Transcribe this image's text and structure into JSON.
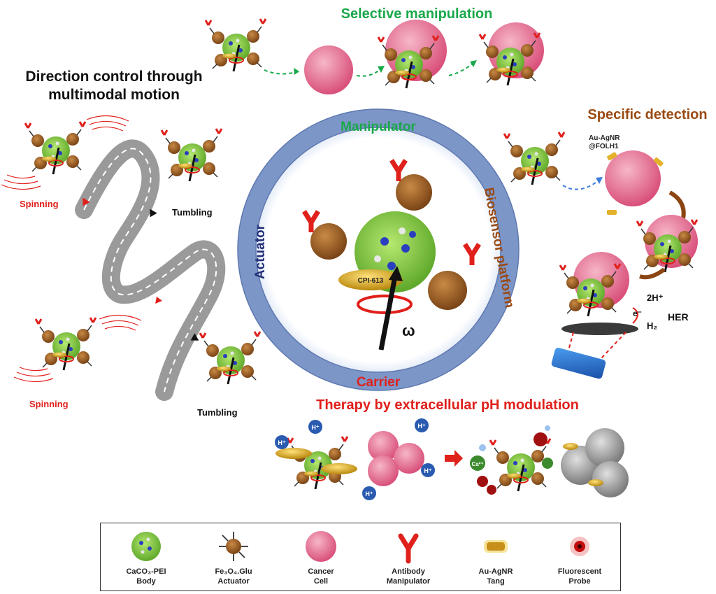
{
  "titles": {
    "selective": "Selective manipulation",
    "direction_line1": "Direction control through",
    "direction_line2": "multimodal motion",
    "specific": "Specific detection",
    "therapy": "Therapy by extracellular pH modulation"
  },
  "ring": {
    "top": "Manipulator",
    "left": "Actuator",
    "right": "Biosensor platform",
    "bottom": "Carrier",
    "center_label": "CPI-613",
    "omega": "ω"
  },
  "motion": {
    "spinning_top": "Spinning",
    "tumbling_top": "Tumbling",
    "spinning_bottom": "Spinning",
    "tumbling_bottom": "Tumbling"
  },
  "detection": {
    "probe_line1": "Au-AgNR",
    "probe_line2": "@FOLH1",
    "two_h": "2H⁺",
    "electron": "e⁻",
    "her": "HER",
    "h2": "H₂"
  },
  "therapy_labels": {
    "h_plus": "H⁺",
    "ca": "Ca²⁺"
  },
  "legend": [
    {
      "line1": "CaCO₃-PEI",
      "line2": "Body",
      "icon": "green-body-icon"
    },
    {
      "line1": "Fe₃O₄.Glu",
      "line2": "Actuator",
      "icon": "actuator-icon"
    },
    {
      "line1": "Cancer",
      "line2": "Cell",
      "icon": "cancer-cell-icon"
    },
    {
      "line1": "Antibody",
      "line2": "Manipulator",
      "icon": "antibody-icon"
    },
    {
      "line1": "Au-AgNR",
      "line2": "Tang",
      "icon": "nanorod-icon"
    },
    {
      "line1": "Fluorescent",
      "line2": "Probe",
      "icon": "fluorescent-probe-icon"
    }
  ],
  "colors": {
    "green_title": "#1aa84a",
    "red_title": "#e0201b",
    "brown_title": "#9a4a12",
    "ring_blue": "#7d96c8",
    "cancer_pink": "#e8789a",
    "body_green": "#8ed14a",
    "actuator_brown": "#a0642a",
    "antibody_red": "#e0201b"
  }
}
